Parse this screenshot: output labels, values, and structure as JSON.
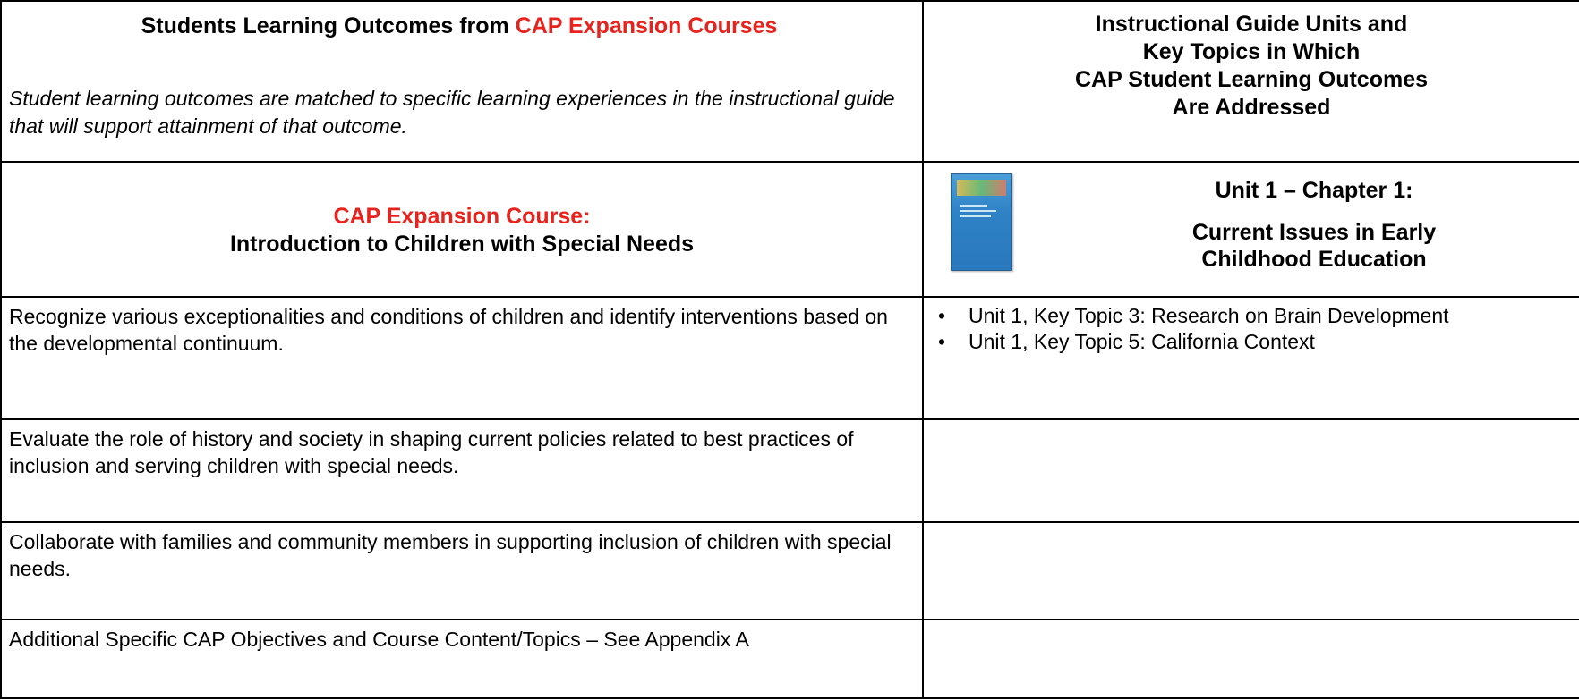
{
  "header": {
    "left_title_prefix": "Students Learning Outcomes from ",
    "left_title_highlight": "CAP Expansion Courses",
    "left_description": "Student learning outcomes are matched to specific learning experiences in the instructional guide that will support attainment of that outcome.",
    "right_title_lines": [
      "Instructional Guide Units and",
      "Key Topics in Which",
      "CAP Student Learning Outcomes",
      "Are Addressed"
    ]
  },
  "course": {
    "label": "CAP Expansion Course:",
    "name": "Introduction to Children with Special Needs"
  },
  "unit": {
    "chapter": "Unit 1 – Chapter 1:",
    "title_line1": "Current Issues in Early",
    "title_line2": "Childhood Education",
    "cover_image": "book-cover-image"
  },
  "rows": [
    {
      "outcome": "Recognize various exceptionalities and conditions of children and identify interventions based on the developmental continuum.",
      "topics": [
        "Unit 1, Key Topic 3: Research on Brain Development",
        "Unit 1, Key Topic 5: California Context"
      ]
    },
    {
      "outcome": "Evaluate the role of history and society in shaping current policies related to best practices of inclusion and serving children with special needs.",
      "topics": []
    },
    {
      "outcome": "Collaborate with families and community members in supporting inclusion of children with special needs.",
      "topics": []
    },
    {
      "outcome": "Additional Specific CAP Objectives and Course Content/Topics – See Appendix A",
      "topics": []
    }
  ],
  "colors": {
    "highlight": "#e8231d",
    "border": "#000000",
    "cover": "#2e82c6"
  }
}
